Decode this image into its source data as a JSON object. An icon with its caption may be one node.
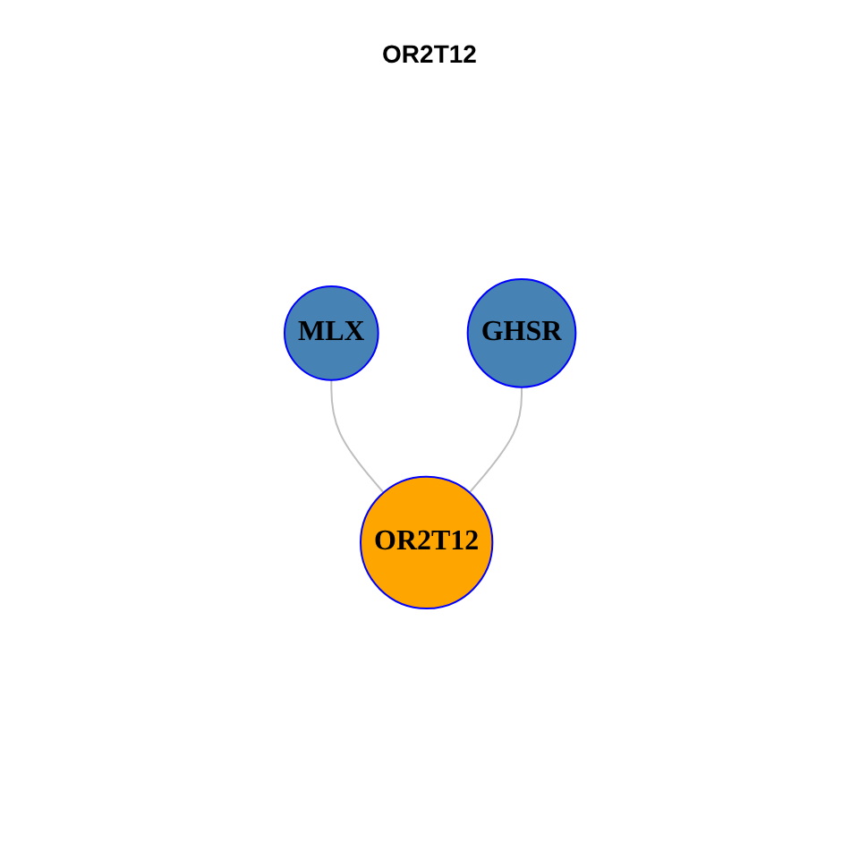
{
  "diagram": {
    "title": "OR2T12",
    "nodes": [
      {
        "text": [
          "MLX"
        ]
      },
      {
        "text": [
          "OR2T12"
        ]
      },
      {
        "text": [
          "GHSR"
        ]
      }
    ],
    "edges": [
      {
        "from": 1,
        "to": 0,
        "arrow": "none"
      },
      {
        "from": 1,
        "to": 2,
        "arrow": "none"
      }
    ]
  }
}
